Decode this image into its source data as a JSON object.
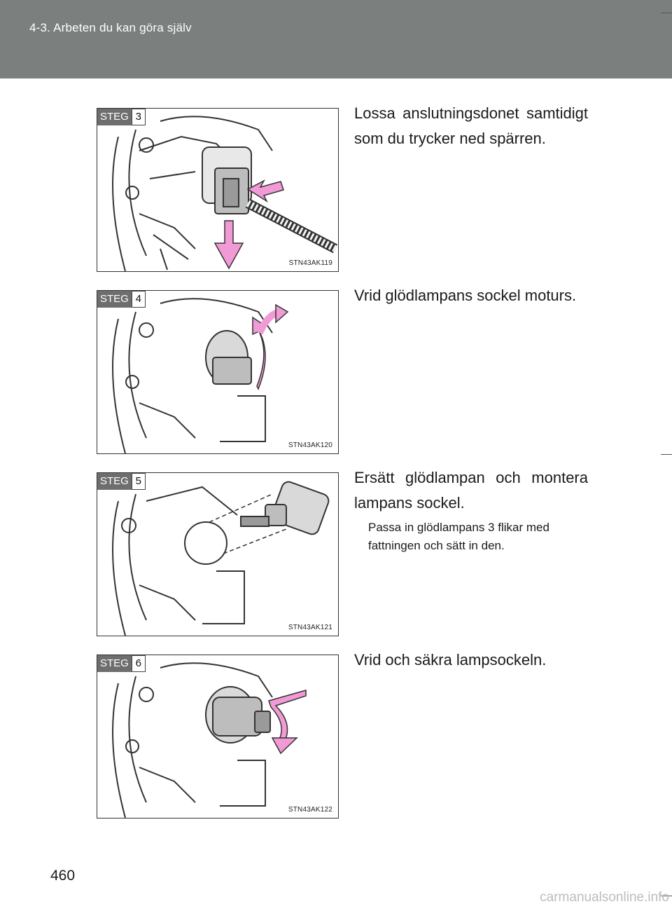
{
  "header": {
    "title": "4-3. Arbeten du kan göra själv"
  },
  "page_number": "460",
  "watermark": "carmanualsonline.info",
  "steps": [
    {
      "steg_label": "STEG",
      "number": "3",
      "code": "STN43AK119",
      "text": "Lossa anslutningsdonet samtidigt som du trycker ned spärren.",
      "note": ""
    },
    {
      "steg_label": "STEG",
      "number": "4",
      "code": "STN43AK120",
      "text": "Vrid glödlampans sockel moturs.",
      "note": ""
    },
    {
      "steg_label": "STEG",
      "number": "5",
      "code": "STN43AK121",
      "text": "Ersätt glödlampan och montera lampans sockel.",
      "note": "Passa in glödlampans 3 flikar med fattningen och sätt in den."
    },
    {
      "steg_label": "STEG",
      "number": "6",
      "code": "STN43AK122",
      "text": "Vrid och säkra lampsockeln.",
      "note": ""
    }
  ],
  "colors": {
    "header_bg": "#7b807e",
    "arrow_pink": "#f29ad6",
    "steg_bg": "#6e6e6e"
  }
}
